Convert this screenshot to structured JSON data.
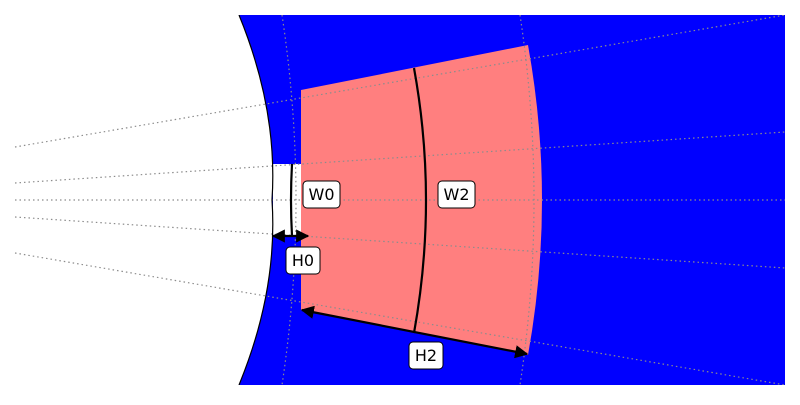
{
  "diagram": {
    "colors": {
      "stator_fill": "#0000ff",
      "slot_fill": "#ff7f7f",
      "background": "#ffffff",
      "grid_line": "#8c8c8c",
      "dimension_line": "#000000"
    },
    "labels": {
      "w0": "W0",
      "w2": "W2",
      "h0": "H0",
      "h2": "H2"
    }
  }
}
